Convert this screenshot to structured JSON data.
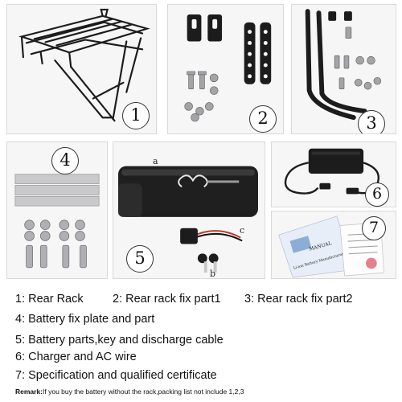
{
  "panels": {
    "p1": {
      "number": "1"
    },
    "p2": {
      "number": "2"
    },
    "p3": {
      "number": "3"
    },
    "p4": {
      "number": "4"
    },
    "p5": {
      "number": "5",
      "letter_a": "a",
      "letter_b": "b",
      "letter_c": "c"
    },
    "p6": {
      "number": "6"
    },
    "p7": {
      "number": "7",
      "booklet_title": "Li-ion Battery Manufacturer",
      "booklet_manual": "MANUAL"
    }
  },
  "legend": {
    "item1": "1: Rear Rack",
    "item2": "2: Rear rack fix part1",
    "item3": "3: Rear rack fix part2",
    "item4": "4: Battery fix plate and part",
    "item5": "5: Battery parts,key and discharge cable",
    "item6": "6: Charger and AC wire",
    "item7": "7: Specification and qualified certificate"
  },
  "remark": {
    "label": "Remark:",
    "text": "If you buy the battery without the rack,packing list not include 1,2,3"
  },
  "colors": {
    "metal_dark": "#1c1c1c",
    "aluminum": "#c9c9cc",
    "screw": "#9a9a9e",
    "cable_red": "#c0392b"
  }
}
